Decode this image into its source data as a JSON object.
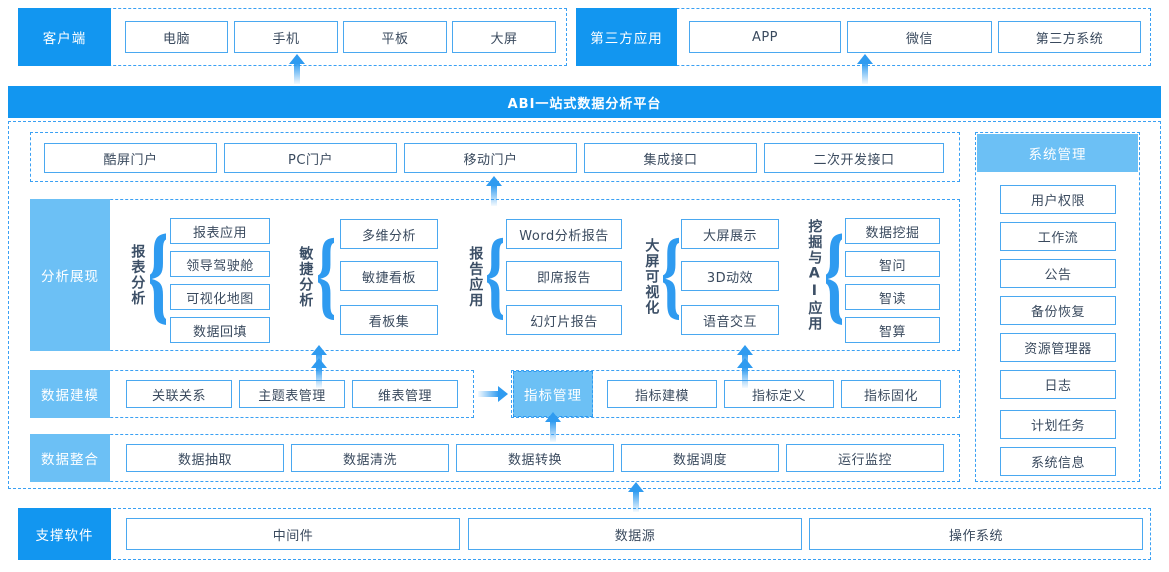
{
  "title_bar": {
    "label": "ABI一站式数据分析平台"
  },
  "client_row": {
    "label": "客户端",
    "items": [
      {
        "label": "电脑"
      },
      {
        "label": "手机"
      },
      {
        "label": "平板"
      },
      {
        "label": "大屏"
      }
    ]
  },
  "third_party_row": {
    "label": "第三方应用",
    "items": [
      {
        "label": "APP"
      },
      {
        "label": "微信"
      },
      {
        "label": "第三方系统"
      }
    ]
  },
  "portal_row": {
    "items": [
      {
        "label": "酷屏门户"
      },
      {
        "label": "PC门户"
      },
      {
        "label": "移动门户"
      },
      {
        "label": "集成接口"
      },
      {
        "label": "二次开发接口"
      }
    ]
  },
  "analysis_row": {
    "label": "分析展现",
    "groups": [
      {
        "caption": "报表分析",
        "items": [
          {
            "label": "报表应用"
          },
          {
            "label": "领导驾驶舱"
          },
          {
            "label": "可视化地图"
          },
          {
            "label": "数据回填"
          }
        ]
      },
      {
        "caption": "敏捷分析",
        "items": [
          {
            "label": "多维分析"
          },
          {
            "label": "敏捷看板"
          },
          {
            "label": "看板集"
          }
        ]
      },
      {
        "caption": "报告应用",
        "items": [
          {
            "label": "Word分析报告"
          },
          {
            "label": "即席报告"
          },
          {
            "label": "幻灯片报告"
          }
        ]
      },
      {
        "caption": "大屏可视化",
        "items": [
          {
            "label": "大屏展示"
          },
          {
            "label": "3D动效"
          },
          {
            "label": "语音交互"
          }
        ]
      },
      {
        "caption": "挖掘与AI应用",
        "items": [
          {
            "label": "数据挖掘"
          },
          {
            "label": "智问"
          },
          {
            "label": "智读"
          },
          {
            "label": "智算"
          }
        ]
      }
    ]
  },
  "modeling_row": {
    "label": "数据建模",
    "items": [
      {
        "label": "关联关系"
      },
      {
        "label": "主题表管理"
      },
      {
        "label": "维表管理"
      }
    ],
    "metric_label": "指标管理",
    "metric_items": [
      {
        "label": "指标建模"
      },
      {
        "label": "指标定义"
      },
      {
        "label": "指标固化"
      }
    ]
  },
  "integration_row": {
    "label": "数据整合",
    "items": [
      {
        "label": "数据抽取"
      },
      {
        "label": "数据清洗"
      },
      {
        "label": "数据转换"
      },
      {
        "label": "数据调度"
      },
      {
        "label": "运行监控"
      }
    ]
  },
  "system_panel": {
    "label": "系统管理",
    "items": [
      {
        "label": "用户权限"
      },
      {
        "label": "工作流"
      },
      {
        "label": "公告"
      },
      {
        "label": "备份恢复"
      },
      {
        "label": "资源管理器"
      },
      {
        "label": "日志"
      },
      {
        "label": "计划任务"
      },
      {
        "label": "系统信息"
      }
    ]
  },
  "support_row": {
    "label": "支撑软件",
    "items": [
      {
        "label": "中间件"
      },
      {
        "label": "数据源"
      },
      {
        "label": "操作系统"
      }
    ]
  },
  "colors": {
    "primary": "#1296f0",
    "light": "#6cc0f5",
    "border": "#4aa8f0",
    "dash": "#3aa0f3",
    "text": "#3a4a5e"
  }
}
